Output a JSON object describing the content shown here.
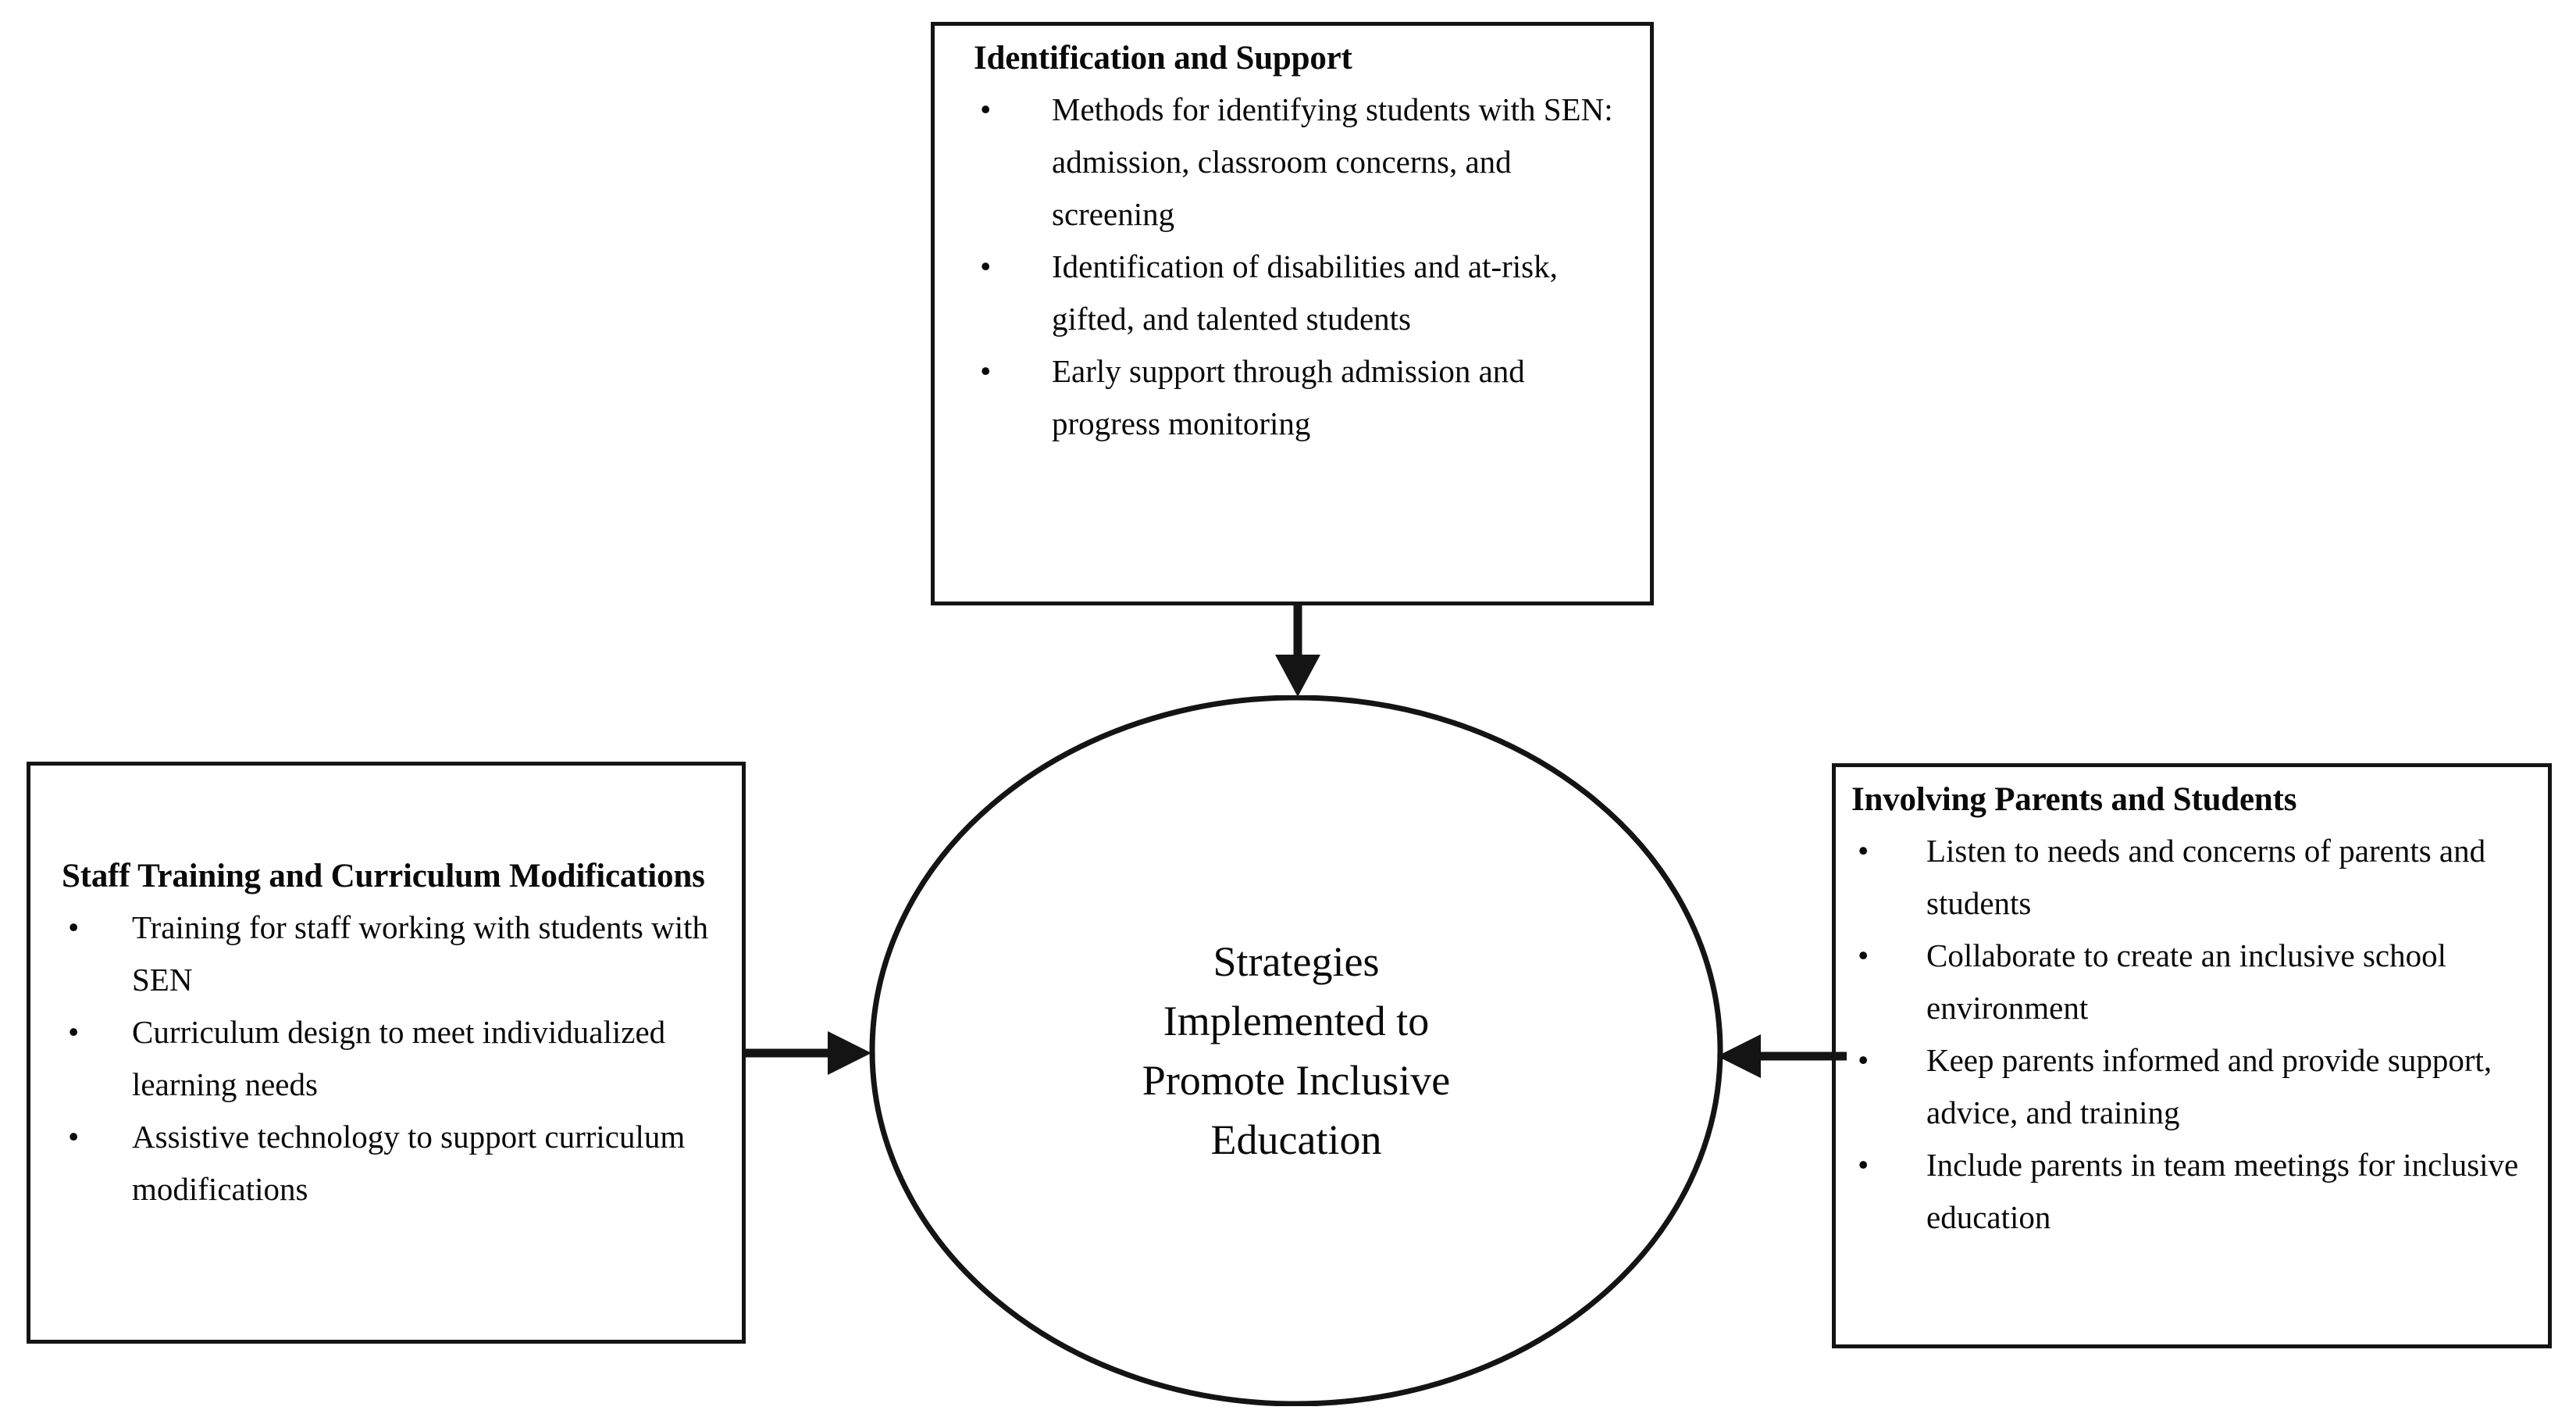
{
  "diagram": {
    "center": {
      "label": "Strategies\nImplemented to\nPromote Inclusive\nEducation"
    },
    "boxes": {
      "top": {
        "title": "Identification and Support",
        "bullets": [
          "Methods for identifying students with SEN: admission, classroom concerns, and screening",
          "Identification of disabilities and at-risk, gifted, and talented students",
          "Early support through admission and progress monitoring"
        ]
      },
      "left": {
        "title": "Staff Training and Curriculum Modifications",
        "bullets": [
          "Training for staff working with students with SEN",
          "Curriculum design to meet individualized learning needs",
          "Assistive technology to support curriculum modifications"
        ]
      },
      "right": {
        "title": "Involving Parents and Students",
        "bullets": [
          "Listen to needs and concerns of parents and students",
          "Collaborate to create an inclusive school environment",
          "Keep parents informed and provide support, advice, and training",
          "Include parents in team meetings for inclusive education"
        ]
      }
    },
    "bullet_glyph": "•",
    "arrows": [
      {
        "name": "top-to-center",
        "direction": "down"
      },
      {
        "name": "left-to-center",
        "direction": "right"
      },
      {
        "name": "right-to-center",
        "direction": "left"
      }
    ],
    "colors": {
      "stroke": "#141414",
      "text": "#0a0a0a",
      "background": "#ffffff"
    }
  }
}
